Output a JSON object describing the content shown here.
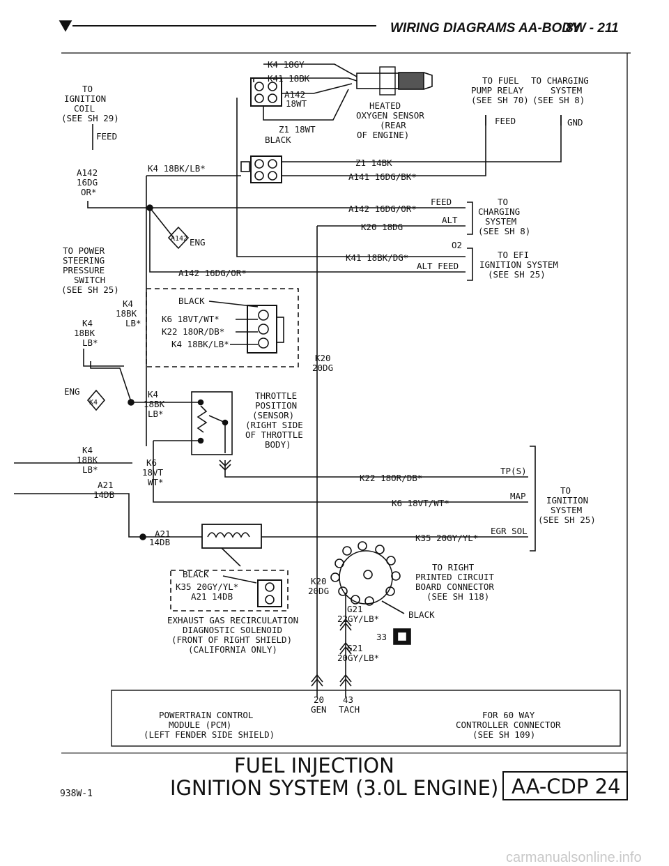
{
  "header": {
    "marker": "▼",
    "title": "WIRING DIAGRAMS AA-BODY",
    "page": "8W - 211"
  },
  "diagram": {
    "title_line1": "FUEL INJECTION",
    "title_line2": "IGNITION SYSTEM (3.0L ENGINE)",
    "ref_code": "938W-1",
    "badge": "AA-CDP 24",
    "watermark": "carmanualsonline.info"
  },
  "labels": {
    "to_ign_coil": [
      "TO",
      "IGNITION",
      "COIL",
      "(SEE SH 29)"
    ],
    "feed_left": "FEED",
    "a142_left": [
      "A142",
      "16DG",
      "OR*"
    ],
    "k4_gy": "K4 18GY",
    "k41_bk": "K41 18BK",
    "a142_wt": [
      "A142",
      "18WT"
    ],
    "z1_wt": "Z1 18WT",
    "black_conn1": "BLACK",
    "o2_sensor": [
      "HEATED",
      "OXYGEN SENSOR",
      "(REAR",
      "OF ENGINE)"
    ],
    "to_fuel_pump": [
      "TO FUEL",
      "PUMP RELAY",
      "(SEE SH 70)"
    ],
    "feed_right": "FEED",
    "to_charging_top": [
      "TO CHARGING",
      "SYSTEM",
      "(SEE SH 8)"
    ],
    "gnd": "GND",
    "k4_bklb_top": "K4 18BK/LB*",
    "z1_bk": "Z1 14BK",
    "a141": "A141 16DG/BK*",
    "a142_dgor_a": "A142 16DG/OR*",
    "feed_mid": "FEED",
    "k20_dg": "K20 18DG",
    "alt_mid": "ALT",
    "to_charging_mid": [
      "TO",
      "CHARGING",
      "SYSTEM",
      "(SEE SH 8)"
    ],
    "a142_eng": "A142",
    "eng_suffix": "ENG",
    "to_power_steering": [
      "TO POWER",
      "STEERING",
      "PRESSURE",
      "SWITCH",
      "(SEE SH 25)"
    ],
    "k41_bkdg": "K41 18BK/DG*",
    "o2_pin": "O2",
    "alt_feed": "ALT FEED",
    "a142_dgor_b": "A142 16DG/OR*",
    "to_efi": [
      "TO EFI",
      "IGNITION SYSTEM",
      "(SEE SH 25)"
    ],
    "k4_bk_lb_a": [
      "K4",
      "18BK",
      "LB*"
    ],
    "k4_bk_lb_b": [
      "K4",
      "18BK",
      "LB*"
    ],
    "black_conn2": "BLACK",
    "k6_vtwt": "K6 18VT/WT*",
    "k22_ordb": "K22 18OR/DB*",
    "k4_bklb_conn": "K4 18BK/LB*",
    "k20_20dg_a": [
      "K20",
      "20DG"
    ],
    "eng_k4": "ENG",
    "k4_node": "K4",
    "k4_bk_lb_c": [
      "K4",
      "18BK",
      "LB*"
    ],
    "throttle_sensor": [
      "THROTTLE",
      "POSITION",
      "(SENSOR)",
      "(RIGHT SIDE",
      "OF THROTTLE",
      "BODY)"
    ],
    "k4_bk_lb_d": [
      "K4",
      "18BK",
      "LB*"
    ],
    "k6_18vt_wt": [
      "K6",
      "18VT",
      "WT*"
    ],
    "a21_14db": [
      "A21",
      "14DB"
    ],
    "k22_ordb_long": "K22 18OR/DB*",
    "tps": "TP(S)",
    "k6_vtwt_long": "K6 18VT/WT*",
    "map": "MAP",
    "to_ignition_right": [
      "TO",
      "IGNITION",
      "SYSTEM",
      "(SEE SH 25)"
    ],
    "a21_14db_b": [
      "A21",
      "14DB"
    ],
    "k35_gyyl": "K35 20GY/YL*",
    "egr_sol": "EGR SOL",
    "black_conn3": "BLACK",
    "k35_conn": "K35 20GY/YL*",
    "a21_conn": "A21 14DB",
    "egr_solenoid": [
      "EXHAUST GAS RECIRCULATION",
      "DIAGNOSTIC SOLENOID",
      "(FRONT OF RIGHT SHIELD)",
      "(CALIFORNIA ONLY)"
    ],
    "k20_20dg_b": [
      "K20",
      "20DG"
    ],
    "pcb_connector": [
      "TO RIGHT",
      "PRINTED CIRCUIT",
      "BOARD CONNECTOR",
      "(SEE SH 118)"
    ],
    "g21_top": [
      "G21",
      "22GY/LB*"
    ],
    "black_pcb": "BLACK",
    "pin33": "33",
    "g21_bottom": [
      "G21",
      "20GY/LB*"
    ],
    "pcm_pins": [
      "20",
      "GEN",
      "43",
      "TACH"
    ],
    "pcm": [
      "POWERTRAIN CONTROL",
      "MODULE (PCM)",
      "(LEFT FENDER SIDE SHIELD)"
    ],
    "way60": [
      "FOR 60 WAY",
      "CONTROLLER CONNECTOR",
      "(SEE SH 109)"
    ]
  }
}
